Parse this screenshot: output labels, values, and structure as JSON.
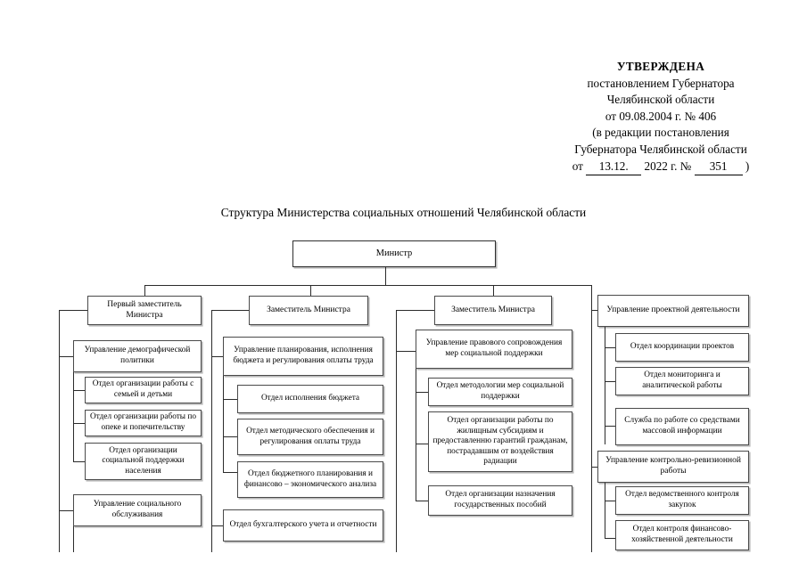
{
  "approval": {
    "title": "УТВЕРЖДЕНА",
    "line2": "постановлением Губернатора",
    "line3": "Челябинской области",
    "line4": "от 09.08.2004 г. № 406",
    "line5": "(в редакции постановления",
    "line6": "Губернатора Челябинской области",
    "line7_prefix": "от",
    "line7_date": "13.12.",
    "line7_year": "2022 г. №",
    "line7_number": "351",
    "line7_suffix": ")"
  },
  "chart_title": "Структура Министерства социальных отношений Челябинской области",
  "chart_data": {
    "type": "diagram",
    "root": {
      "label": "Министр"
    },
    "columns": [
      {
        "head": "Первый заместитель Министра",
        "groups": [
          {
            "label": "Управление демографической политики",
            "children": [
              "Отдел организации работы с семьей и детьми",
              "Отдел организации работы по опеке и попечительству",
              "Отдел организации социальной поддержки населения"
            ]
          },
          {
            "label": "Управление социального обслуживания",
            "children": []
          }
        ]
      },
      {
        "head": "Заместитель Министра",
        "groups": [
          {
            "label": "Управление планирования, исполнения бюджета и регулирования оплаты труда",
            "children": [
              "Отдел исполнения бюджета",
              "Отдел методического обеспечения и регулирования оплаты труда",
              "Отдел бюджетного планирования и финансово – экономического анализа"
            ]
          },
          {
            "label": "Отдел бухгалтерского учета и отчетности",
            "children": []
          }
        ]
      },
      {
        "head": "Заместитель Министра",
        "groups": [
          {
            "label": "Управление правового сопровождения мер социальной поддержки",
            "children": [
              "Отдел методологии мер социальной поддержки",
              "Отдел организации работы по жилищным субсидиям и предоставленню гарантий гражданам, пострадавшим от воздействия радиации",
              "Отдел организации назначения государственных пособий"
            ]
          }
        ]
      },
      {
        "head": null,
        "groups": [
          {
            "label": "Управление проектной деятельности",
            "children": [
              "Отдел координации проектов",
              "Отдел мониторинга и аналитической работы",
              "Служба по работе со средствами массовой информации"
            ]
          },
          {
            "label": "Управление контрольно-ревизионной работы",
            "children": [
              "Отдел ведомственного контроля закупок",
              "Отдел контроля финансово-хозяйственной деятельности"
            ]
          }
        ]
      }
    ]
  }
}
